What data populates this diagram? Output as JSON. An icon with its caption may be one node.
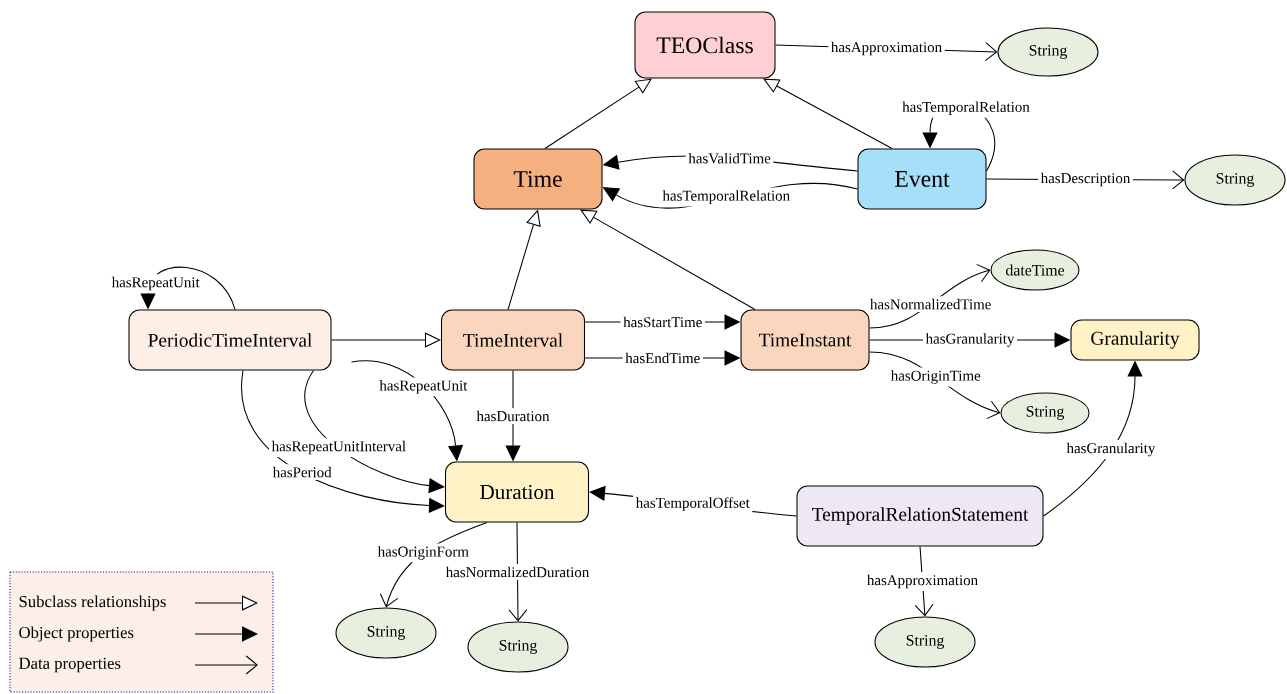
{
  "diagram": {
    "nodes": [
      {
        "text": [
          "TEOClass"
        ]
      },
      {
        "text": [
          "String"
        ]
      },
      {
        "text": [
          "Time"
        ]
      },
      {
        "text": [
          "Event"
        ]
      },
      {
        "text": [
          "String"
        ]
      },
      {
        "text": [
          "PeriodicTimeInterval"
        ]
      },
      {
        "text": [
          "TimeInterval"
        ]
      },
      {
        "text": [
          "TimeInstant"
        ]
      },
      {
        "text": [
          "dateTime"
        ]
      },
      {
        "text": [
          "Granularity"
        ]
      },
      {
        "text": [
          "String"
        ]
      },
      {
        "text": [
          "Duration"
        ]
      },
      {
        "text": [
          "TemporalRelationStatement"
        ]
      },
      {
        "text": [
          "String"
        ]
      },
      {
        "text": [
          "String"
        ]
      },
      {
        "text": [
          "String"
        ]
      }
    ],
    "edges": [
      {
        "from": 0,
        "to": 1,
        "arrow": "to",
        "label": "hasApproximation"
      },
      {
        "from": 2,
        "to": 0,
        "arrow": "to"
      },
      {
        "from": 3,
        "to": 0,
        "arrow": "to"
      },
      {
        "from": 3,
        "to": 3,
        "arrow": "to",
        "label": "hasTemporalRelation"
      },
      {
        "from": 3,
        "to": 2,
        "arrow": "to",
        "label": "hasValidTime"
      },
      {
        "from": 3,
        "to": 2,
        "arrow": "to",
        "label": "hasTemporalRelation"
      },
      {
        "from": 3,
        "to": 4,
        "arrow": "to",
        "label": "hasDescription"
      },
      {
        "from": 6,
        "to": 2,
        "arrow": "to"
      },
      {
        "from": 7,
        "to": 2,
        "arrow": "to"
      },
      {
        "from": 5,
        "to": 5,
        "arrow": "to",
        "label": "hasRepeatUnit"
      },
      {
        "from": 5,
        "to": 6,
        "arrow": "to"
      },
      {
        "from": 6,
        "to": 7,
        "arrow": "to",
        "label": "hasStartTime"
      },
      {
        "from": 6,
        "to": 7,
        "arrow": "to",
        "label": "hasEndTime"
      },
      {
        "from": 7,
        "to": 8,
        "arrow": "to",
        "label": "hasNormalizedTime"
      },
      {
        "from": 7,
        "to": 9,
        "arrow": "to",
        "label": "hasGranularity"
      },
      {
        "from": 7,
        "to": 10,
        "arrow": "to",
        "label": "hasOriginTime"
      },
      {
        "from": 5,
        "to": 11,
        "arrow": "to",
        "label": "hasRepeatUnit"
      },
      {
        "from": 5,
        "to": 11,
        "arrow": "to",
        "label": "hasRepeatUnitInterval"
      },
      {
        "from": 5,
        "to": 11,
        "arrow": "to",
        "label": "hasPeriod"
      },
      {
        "from": 6,
        "to": 11,
        "arrow": "to",
        "label": "hasDuration"
      },
      {
        "from": 12,
        "to": 11,
        "arrow": "to",
        "label": "hasTemporalOffset"
      },
      {
        "from": 12,
        "to": 9,
        "arrow": "to",
        "label": "hasGranularity"
      },
      {
        "from": 11,
        "to": 13,
        "arrow": "to",
        "label": "hasOriginForm"
      },
      {
        "from": 11,
        "to": 14,
        "arrow": "to",
        "label": "hasNormalizedDuration"
      },
      {
        "from": 12,
        "to": 15,
        "arrow": "to",
        "label": "hasApproximation"
      }
    ],
    "legend": [
      {
        "text": "Subclass relationships"
      },
      {
        "text": "Object properties"
      },
      {
        "text": "Data properties"
      }
    ]
  }
}
